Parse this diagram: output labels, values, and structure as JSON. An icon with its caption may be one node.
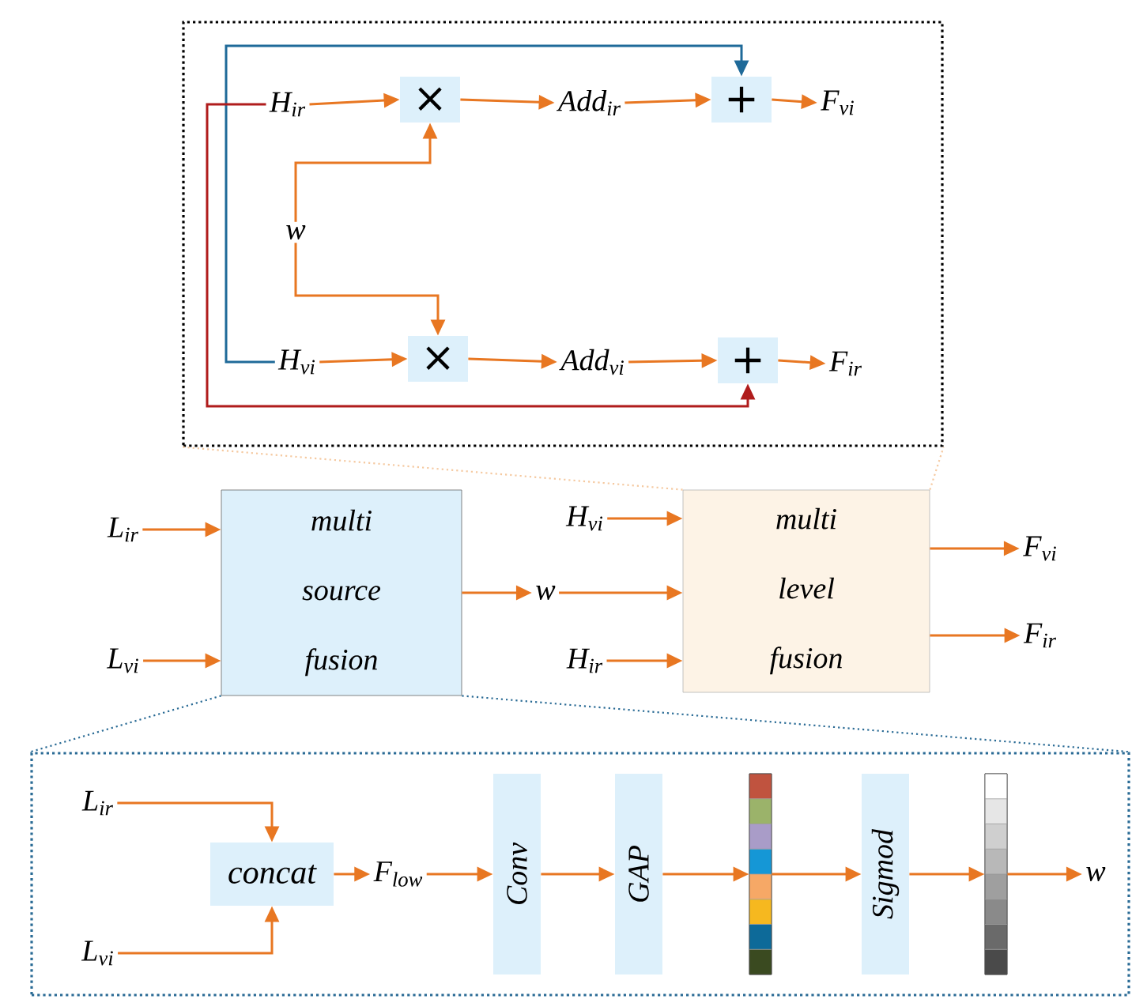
{
  "diagram": {
    "nodes": [
      {
        "text": [],
        "shape": "box"
      },
      {
        "text": [
          "H$_{ir}$"
        ],
        "in": 0
      },
      {
        "text": [
          "×"
        ],
        "in": 0
      },
      {
        "text": [
          "Add$_{ir}$"
        ],
        "in": 0
      },
      {
        "text": [
          "+"
        ],
        "in": 0
      },
      {
        "text": [
          "F$_{vi}$"
        ],
        "in": 0
      },
      {
        "text": [
          "w"
        ],
        "in": 0
      },
      {
        "text": [
          "H$_{vi}$"
        ],
        "in": 0
      },
      {
        "text": [
          "×"
        ],
        "in": 0
      },
      {
        "text": [
          "Add$_{vi}$"
        ],
        "in": 0
      },
      {
        "text": [
          "+"
        ],
        "in": 0
      },
      {
        "text": [
          "F$_{ir}$"
        ],
        "in": 0
      },
      {
        "text": [
          "L$_{ir}$"
        ]
      },
      {
        "text": [
          "L$_{vi}$"
        ]
      },
      {
        "text": [
          "multi source fusion"
        ]
      },
      {
        "text": [
          "w"
        ]
      },
      {
        "text": [
          "H$_{vi}$"
        ]
      },
      {
        "text": [
          "H$_{ir}$"
        ]
      },
      {
        "text": [
          "multi level fusion"
        ]
      },
      {
        "text": [
          "F$_{vi}$"
        ]
      },
      {
        "text": [
          "F$_{ir}$"
        ]
      },
      {
        "text": [],
        "shape": "box"
      },
      {
        "text": [
          "L$_{ir}$"
        ],
        "in": 21
      },
      {
        "text": [
          "L$_{vi}$"
        ],
        "in": 21
      },
      {
        "text": [
          "concat"
        ],
        "in": 21
      },
      {
        "text": [
          "F$_{low}$"
        ],
        "in": 21
      },
      {
        "text": [
          "Conv"
        ],
        "in": 21
      },
      {
        "text": [
          "GAP"
        ],
        "in": 21
      },
      {
        "text": [],
        "shape": "bar",
        "in": 21
      },
      {
        "text": [
          "Sigmod"
        ],
        "in": 21
      },
      {
        "text": [],
        "shape": "bar",
        "in": 21
      },
      {
        "text": [
          "w"
        ],
        "in": 21
      }
    ],
    "edges": [
      {
        "from": 1,
        "to": 2,
        "arrow": "to"
      },
      {
        "from": 2,
        "to": 3,
        "arrow": "to"
      },
      {
        "from": 3,
        "to": 4,
        "arrow": "to"
      },
      {
        "from": 4,
        "to": 5,
        "arrow": "to"
      },
      {
        "from": 6,
        "to": 2,
        "arrow": "to"
      },
      {
        "from": 6,
        "to": 8,
        "arrow": "to"
      },
      {
        "from": 7,
        "to": 8,
        "arrow": "to"
      },
      {
        "from": 8,
        "to": 9,
        "arrow": "to"
      },
      {
        "from": 9,
        "to": 10,
        "arrow": "to"
      },
      {
        "from": 10,
        "to": 11,
        "arrow": "to"
      },
      {
        "from": 7,
        "to": 4,
        "arrow": "to",
        "color": "#1f6a99"
      },
      {
        "from": 1,
        "to": 10,
        "arrow": "to",
        "color": "#b01c1c"
      },
      {
        "from": 12,
        "to": 14,
        "arrow": "to"
      },
      {
        "from": 13,
        "to": 14,
        "arrow": "to"
      },
      {
        "from": 14,
        "to": 15,
        "arrow": "to"
      },
      {
        "from": 16,
        "to": 18,
        "arrow": "to"
      },
      {
        "from": 15,
        "to": 18,
        "arrow": "to"
      },
      {
        "from": 17,
        "to": 18,
        "arrow": "to"
      },
      {
        "from": 18,
        "to": 19,
        "arrow": "to"
      },
      {
        "from": 18,
        "to": 20,
        "arrow": "to"
      },
      {
        "from": 22,
        "to": 24,
        "arrow": "to"
      },
      {
        "from": 23,
        "to": 24,
        "arrow": "to"
      },
      {
        "from": 24,
        "to": 25,
        "arrow": "to"
      },
      {
        "from": 25,
        "to": 26,
        "arrow": "to"
      },
      {
        "from": 26,
        "to": 27,
        "arrow": "to"
      },
      {
        "from": 27,
        "to": 28,
        "arrow": "to"
      },
      {
        "from": 28,
        "to": 29,
        "arrow": "to"
      },
      {
        "from": 29,
        "to": 30,
        "arrow": "to"
      },
      {
        "from": 30,
        "to": 31,
        "arrow": "to"
      },
      {
        "from": 18,
        "to": 0,
        "arrow": "none",
        "style": "dashed",
        "color": "#f5c9a0"
      },
      {
        "from": 18,
        "to": 0,
        "arrow": "none",
        "style": "dashed",
        "color": "#f5c9a0"
      },
      {
        "from": 14,
        "to": 21,
        "arrow": "none",
        "style": "dashed",
        "color": "#2a6b95"
      },
      {
        "from": 14,
        "to": 21,
        "arrow": "none",
        "style": "dashed",
        "color": "#2a6b95"
      }
    ]
  }
}
